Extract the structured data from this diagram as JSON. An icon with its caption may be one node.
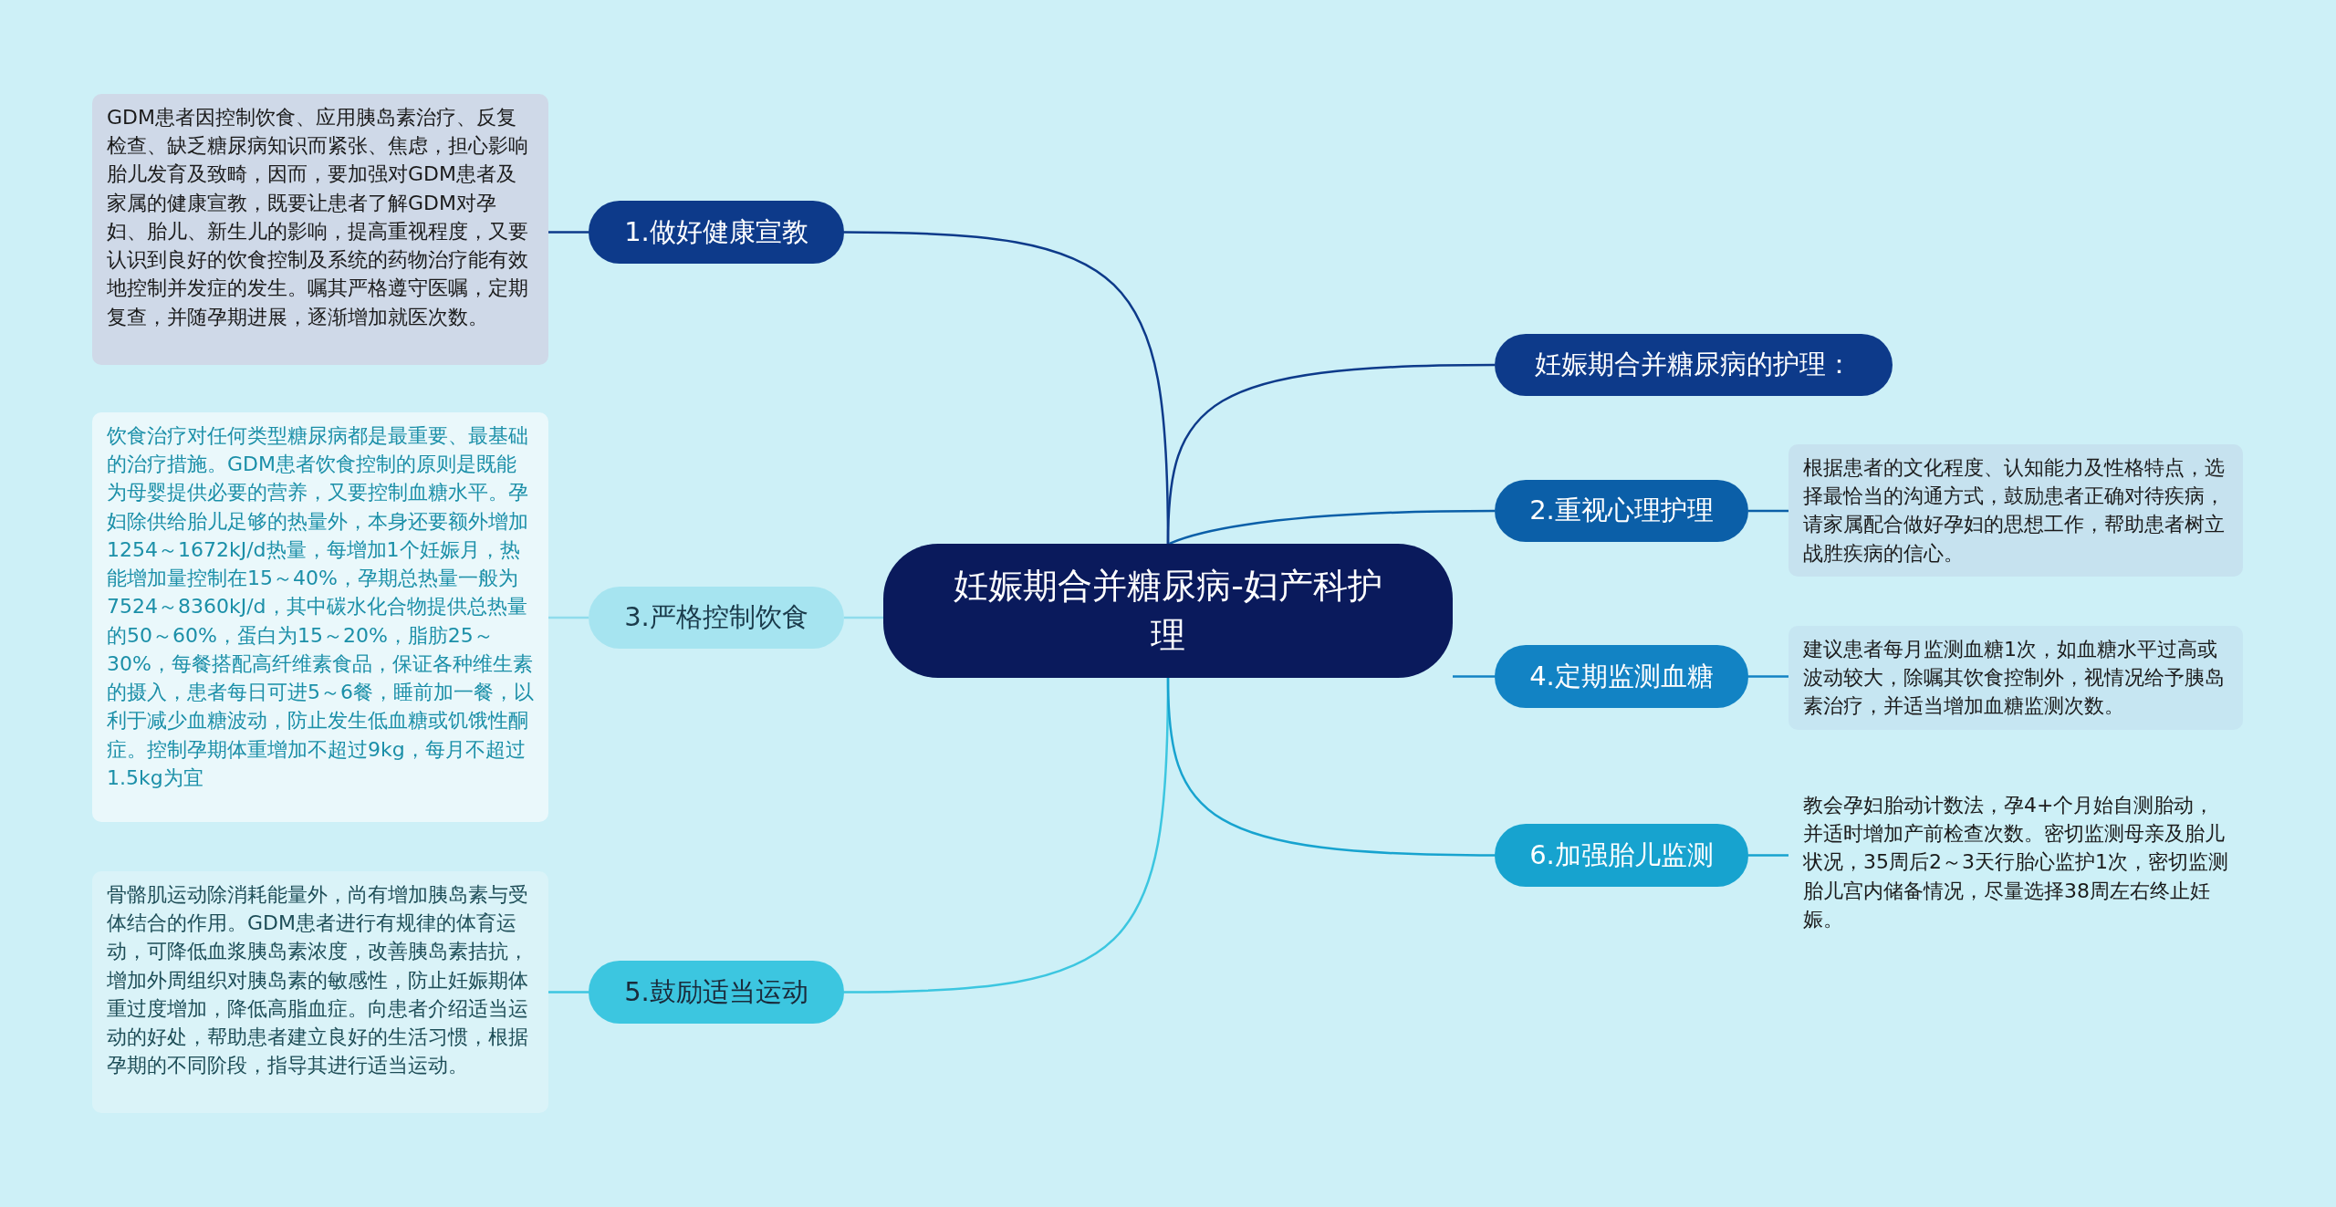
{
  "diagram": {
    "nodes": [
      {
        "text": [
          "妊娠期合并糖尿病-妇产科护理"
        ]
      },
      {
        "text": [
          "妊娠期合并糖尿病的护理："
        ]
      },
      {
        "text": [
          "1.做好健康宣教"
        ]
      },
      {
        "text": [
          "GDM患者因控制饮食、应用胰岛素治疗、反复检查、缺乏糖尿病知识而紧张、焦虑，担心影响胎儿发育及致畸，因而，要加强对GDM患者及家属的健康宣教，既要让患者了解GDM对孕妇、胎儿、新生儿的影响，提高重视程度，又要认识到良好的饮食控制及系统的药物治疗能有效地控制并发症的发生。嘱其严格遵守医嘱，定期复查，并随孕期进展，逐渐增加就医次数。"
        ]
      },
      {
        "text": [
          "2.重视心理护理"
        ]
      },
      {
        "text": [
          "根据患者的文化程度、认知能力及性格特点，选择最恰当的沟通方式，鼓励患者正确对待疾病，请家属配合做好孕妇的思想工作，帮助患者树立战胜疾病的信心。"
        ]
      },
      {
        "text": [
          "3.严格控制饮食"
        ]
      },
      {
        "text": [
          "饮食治疗对任何类型糖尿病都是最重要、最基础的治疗措施。GDM患者饮食控制的原则是既能为母婴提供必要的营养，又要控制血糖水平。孕妇除供给胎儿足够的热量外，本身还要额外增加1254～1672kJ/d热量，每增加1个妊娠月，热能增加量控制在15～40%，孕期总热量一般为7524～8360kJ/d，其中碳水化合物提供总热量的50～60%，蛋白为15～20%，脂肪25～30%，每餐搭配高纤维素食品，保证各种维生素的摄入，患者每日可进5～6餐，睡前加一餐，以利于减少血糖波动，防止发生低血糖或饥饿性酮症。控制孕期体重增加不超过9kg，每月不超过1.5kg为宜"
        ]
      },
      {
        "text": [
          "4.定期监测血糖"
        ]
      },
      {
        "text": [
          "建议患者每月监测血糖1次，如血糖水平过高或波动较大，除嘱其饮食控制外，视情况给予胰岛素治疗，并适当增加血糖监测次数。"
        ]
      },
      {
        "text": [
          "5.鼓励适当运动"
        ]
      },
      {
        "text": [
          "骨骼肌运动除消耗能量外，尚有增加胰岛素与受体结合的作用。GDM患者进行有规律的体育运动，可降低血浆胰岛素浓度，改善胰岛素拮抗，增加外周组织对胰岛素的敏感性，防止妊娠期体重过度增加，降低高脂血症。向患者介绍适当运动的好处，帮助患者建立良好的生活习惯，根据孕期的不同阶段，指导其进行适当运动。"
        ]
      },
      {
        "text": [
          "6.加强胎儿监测"
        ]
      },
      {
        "text": [
          "教会孕妇胎动计数法，孕4+个月始自测胎动，并适时增加产前检查次数。密切监测母亲及胎儿状况，35周后2～3天行胎心监护1次，密切监测胎儿宫内储备情况，尽量选择38周左右终止妊娠。"
        ]
      }
    ],
    "edges": [
      {
        "from": 0,
        "to": 1,
        "arrow": "none",
        "color": "#0d3a8a"
      },
      {
        "from": 0,
        "to": 2,
        "arrow": "none",
        "color": "#0d3a8a"
      },
      {
        "from": 2,
        "to": 3,
        "arrow": "none",
        "color": "#0d3a8a"
      },
      {
        "from": 0,
        "to": 4,
        "arrow": "none",
        "color": "#0b5fa8"
      },
      {
        "from": 4,
        "to": 5,
        "arrow": "none",
        "color": "#0b5fa8"
      },
      {
        "from": 0,
        "to": 6,
        "arrow": "none",
        "color": "#8fdcec"
      },
      {
        "from": 6,
        "to": 7,
        "arrow": "none",
        "color": "#8fdcec"
      },
      {
        "from": 0,
        "to": 8,
        "arrow": "none",
        "color": "#1283c4"
      },
      {
        "from": 8,
        "to": 9,
        "arrow": "none",
        "color": "#1283c4"
      },
      {
        "from": 0,
        "to": 10,
        "arrow": "none",
        "color": "#3cc6e0"
      },
      {
        "from": 10,
        "to": 11,
        "arrow": "none",
        "color": "#3cc6e0"
      },
      {
        "from": 0,
        "to": 12,
        "arrow": "none",
        "color": "#17a3cf"
      },
      {
        "from": 12,
        "to": 13,
        "arrow": "none",
        "color": "#17a3cf"
      }
    ]
  }
}
